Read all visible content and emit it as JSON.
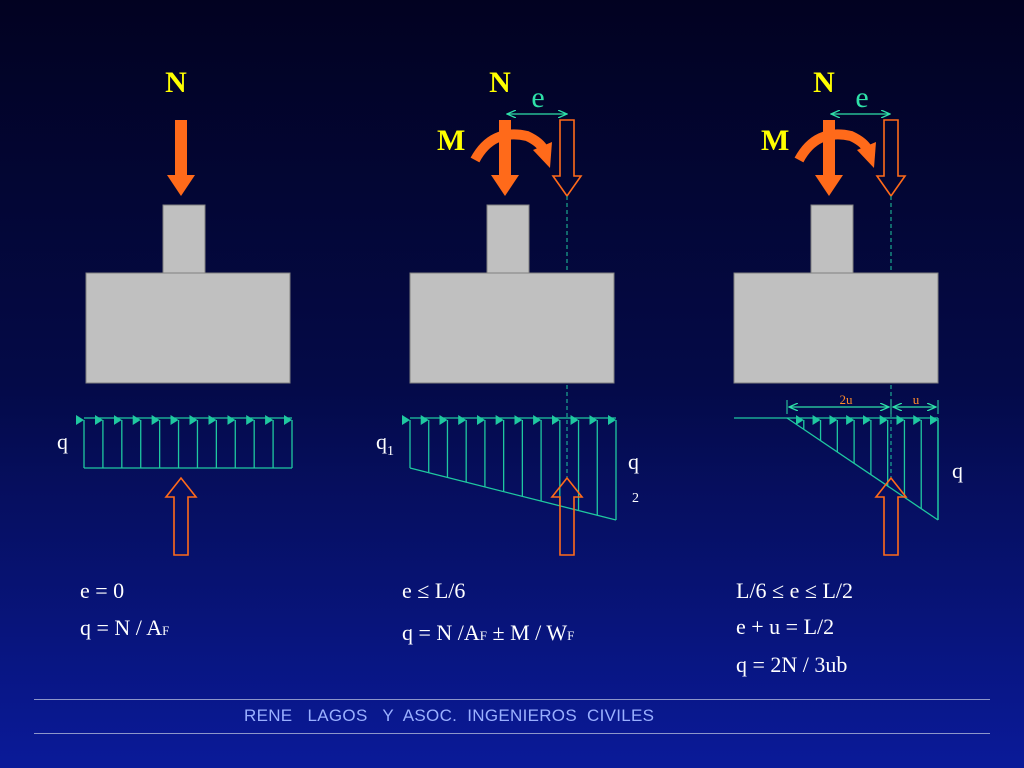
{
  "colors": {
    "background_top": "#020221",
    "background_bottom": "#0a1a99",
    "footing": "#c0c0c0",
    "load_arrow": "#ff6a1a",
    "reaction_arrow": "#ff6a1a",
    "pressure_arrow": "#1fc8a0",
    "force_label": "#ffff00",
    "eccentricity_label": "#2ee0a8",
    "formula_text": "#ffffff",
    "footer_text": "#9ab0ff"
  },
  "cases": [
    {
      "axial_label": "N",
      "pressure_label": "q",
      "formulas": [
        {
          "main": "e = 0",
          "sub": ""
        },
        {
          "main": "q = N / A",
          "sub": "F"
        }
      ]
    },
    {
      "axial_label": "N",
      "moment_label": "M",
      "eccentricity_label": "e",
      "pressure_label_1": "q",
      "pressure_label_1_sub": "1",
      "pressure_label_2": "q",
      "pressure_label_2_sub": "2",
      "formulas": [
        {
          "main": "e ≤ L/6",
          "sub": ""
        },
        {
          "main": "q = N /A",
          "sub": "F",
          "rest": " ± M / W",
          "rest_sub": "F"
        }
      ]
    },
    {
      "axial_label": "N",
      "moment_label": "M",
      "eccentricity_label": "e",
      "pressure_label": "q",
      "dim_2u": "2u",
      "dim_u": "u",
      "formulas": [
        {
          "main": "L/6 ≤ e ≤ L/2",
          "sub": ""
        },
        {
          "main": "e + u = L/2",
          "sub": ""
        },
        {
          "main": "q = 2N / 3ub",
          "sub": ""
        }
      ]
    }
  ],
  "footer": "RENE   LAGOS   Y  ASOC.  INGENIEROS  CIVILES"
}
